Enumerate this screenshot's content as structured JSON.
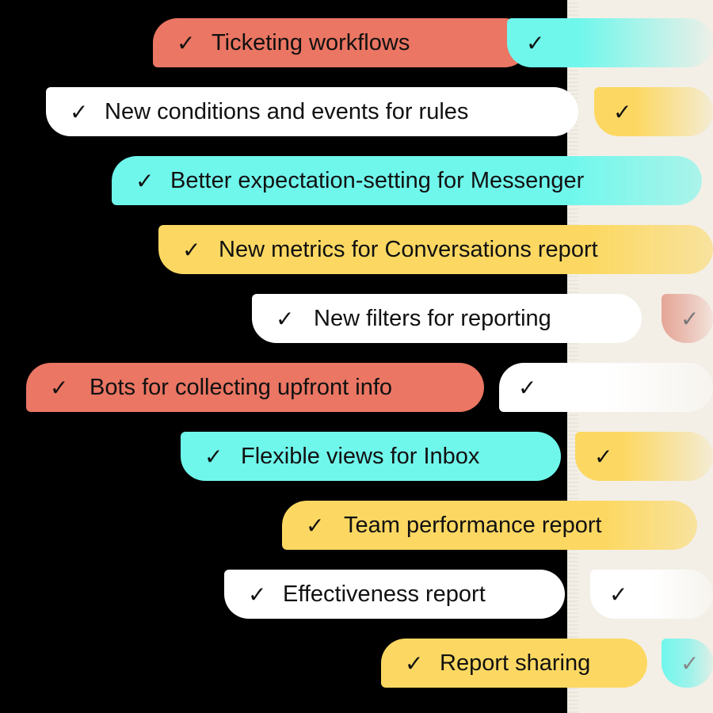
{
  "check_mark": "✓",
  "items": [
    {
      "label": "Ticketing workflows"
    },
    {
      "label": "New conditions and events for rules"
    },
    {
      "label": "Better expectation-setting for Messenger"
    },
    {
      "label": "New metrics for Conversations report"
    },
    {
      "label": "New filters for reporting"
    },
    {
      "label": "Bots for collecting upfront info"
    },
    {
      "label": "Flexible views for Inbox"
    },
    {
      "label": "Team performance report"
    },
    {
      "label": "Effectiveness report"
    },
    {
      "label": "Report sharing"
    }
  ],
  "colors": {
    "coral": "#ea7663",
    "cyan": "#70f7ec",
    "yellow": "#fcd862",
    "white": "#ffffff",
    "background": "#000000",
    "panel": "#f3efe7"
  }
}
